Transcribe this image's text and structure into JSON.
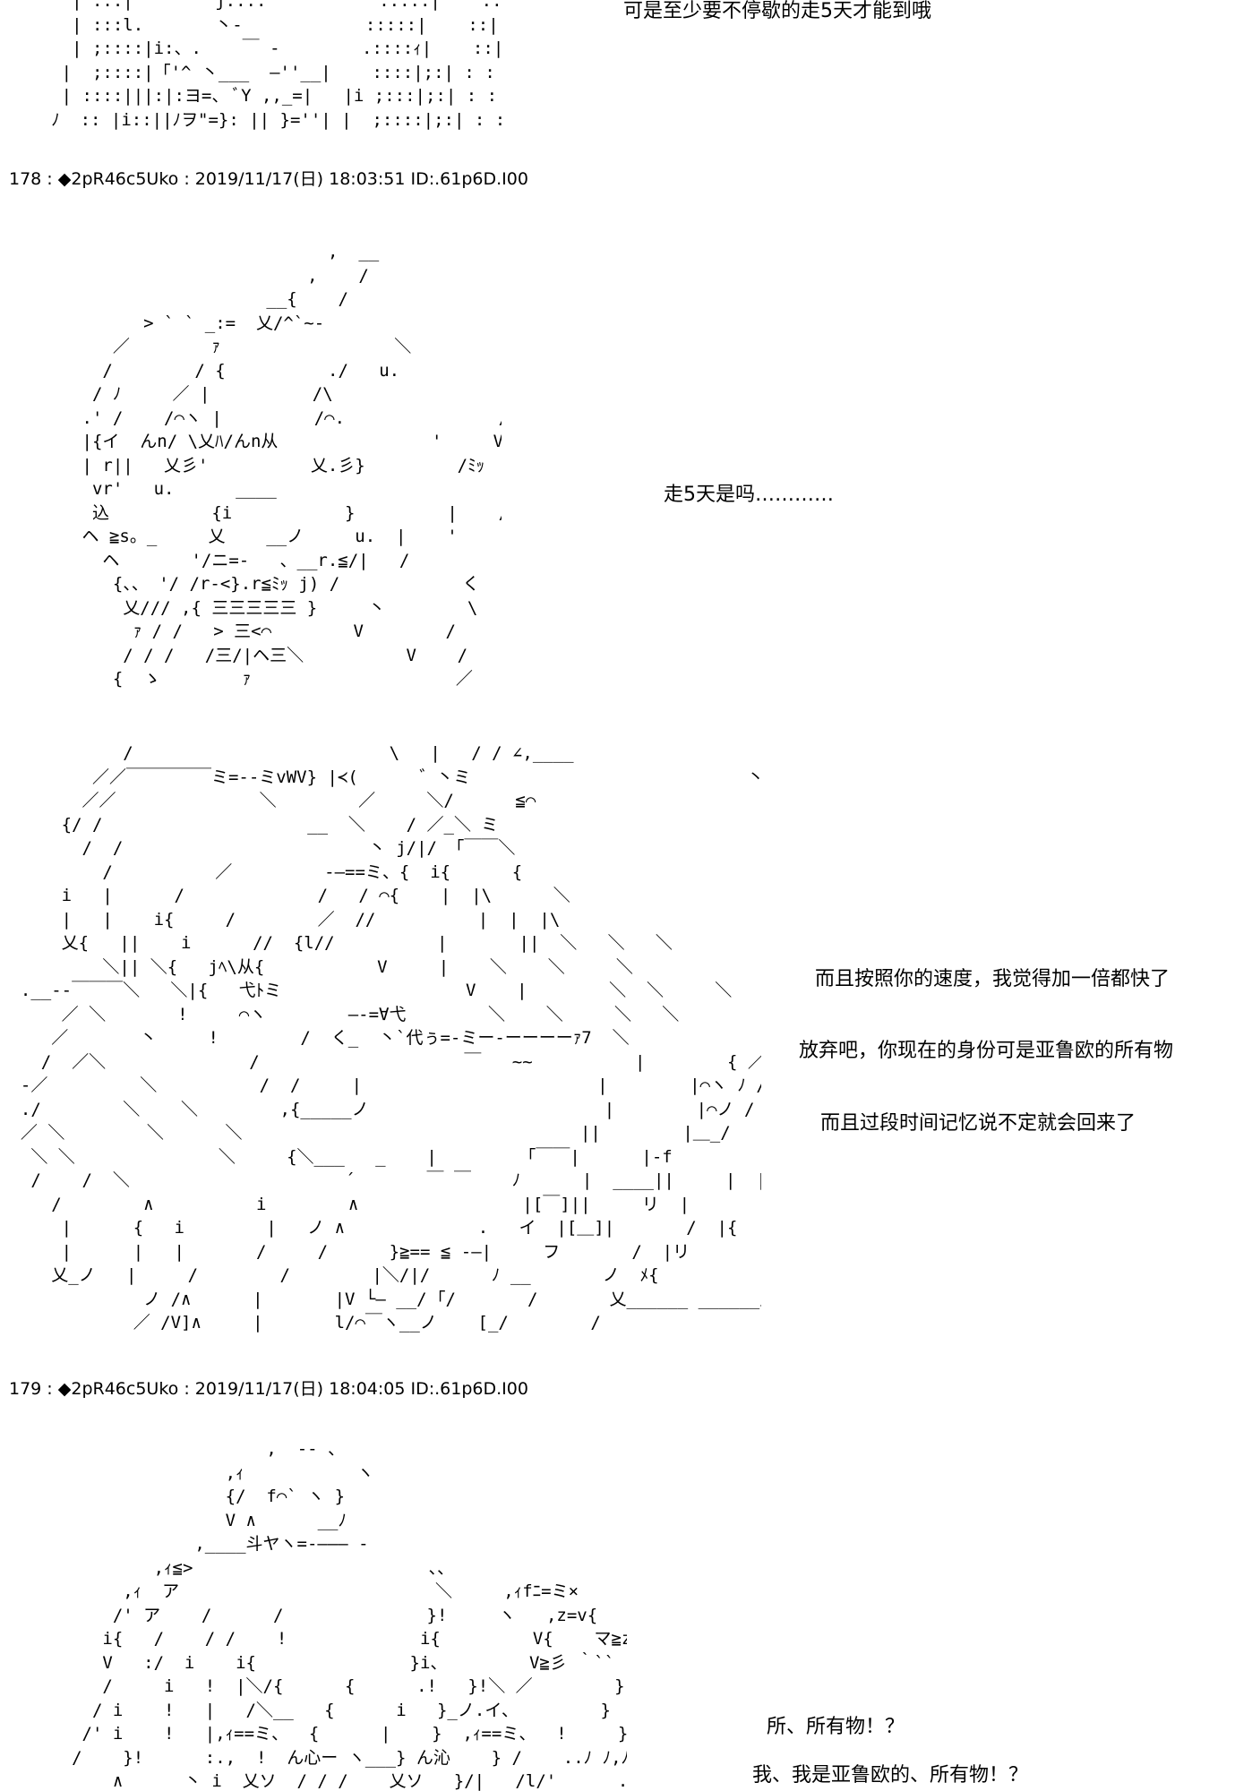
{
  "posts": [
    {
      "header": "178 : ◆2pR46c5Uko : 2019/11/17(日) 18:03:51 ID:.61p6D.I00"
    },
    {
      "header": "179 : ◆2pR46c5Uko : 2019/11/17(日) 18:04:05 ID:.61p6D.I00"
    }
  ],
  "dialogue": {
    "line_top": "可是至少要不停歇的走5天才能到哦",
    "line_walk": "走5天是吗…………",
    "line_speed": "而且按照你的速度，我觉得加一倍都快了",
    "line_giveup": "放弃吧，你现在的身份可是亚鲁欧的所有物",
    "line_memory": "而且过段时间记忆说不定就会回来了",
    "line_property_q": "所、所有物！？",
    "line_property_me": "我、我是亚鲁欧的、所有物！？"
  },
  "ascii_art": {
    "art_top": "       | :::|        j::::           :::::|    ::|_ﾉ :     |\n       | :::l.       丶-            :::::|    ::|:: : .     |\n       | ;::::|i:、.    ￣ ‐        .::::ｨ|    ::|:|: : : .    |\n      |  ;::::|「'^ 丶___  ―''__|    ::::|;:| : : :    |\n      | ::::|||:|:ヨ=、 ﾞY ,,_=|   |i ;:::|;:| : : :     |\n     ﾉ  :: |i::||ﾉヲ\"=}: || }=''| |  ;::::|;:| : :  ::.    |",
    "art_girl": "                                ,  __\n                              ,    /\n                          __{    /\n              > ` ` _:=  乂/^`~-\n           ／        ｧ                 ＼\n          /        / {          ./   u.           ヽ\n         / ﾉ     ／ |          /\\                 /\n        .' /    /⌒ヽ |         /⌒.               /  v\n        |{イ  んn/ \\乂ﾊ/んn从               '     V\n        | r||   乂彡'          乂.彡}         /ﾐｯ   }\n         vr'   u.      ____                      '   ) {\n         込          {i           }         |    /__/      V\n        ヘ ≧s。_     乂    __ノ     u.  |    '          V\n          ヘ       '/ニ=-   、__r.≦/|   /           ノ\n           {、、 '/ /r-<}.r≦ﾐｯ j) /            く\n            乂/// ,{ 三三三三三 }     丶        \\\n             ｧ / /   > 三<⌒        V        /\n            / / /   /三/|ヘ三＼          V    /\n           {  ゝ        ｧ                    ／     ＼",
    "art_big": "            /                         \\   |   / / ∠,____                      \\\n         ／／￣￣￣￣￣ミ=--ミvWV} |≺(      ゛丶ミ                           丶\n        ／／              ＼        ／     ＼/      ≦⌒\n      {/ /                    __  ＼    / ／_＼ ミ                                '\n        /  /                        丶 j/|/ 「￣￣＼                              ;\n          /          ／         -―==ミ、{  i{      {                                  i\n      i   |      /             /   / ⌒{    |  |\\      ＼                           |\n      |   |    i{     /        ／  //          |  |  |\\                                |\n      乂{   ||    i      //  {l//          |       ||  ＼   ＼   ＼                    |\n          ＼|| ＼{   jﾍ\\从{           V     |    ＼    ＼     ＼                  |\n  .__--￣￣￣＼   ＼|{   弋ﾄミ                  V    |        ＼  ＼     ＼         |\n      ／ ＼       !     ⌒ヽ        ―-=∀弋        ＼    ＼     ＼   ＼             |\n     ／       丶     !        /  く_  丶`代ぅ=-ミー-ーーーーｧ7  ＼                  |\n    /  ／＼              /                    ￣   ~~          |        { ／ ⌒{ j}        |\n  -／         ＼          /  /     |                       |        |⌒ヽ ﾉ /        |\n  ./        ＼    ＼        ,{_____ノ                       |        |⌒ノ /           |\n  ／ ＼        ＼      ＼                                 ||        |＿_/              ||\n   ＼ ＼              ＼     {＼___   _    |        「￣￣|      |-f                 ||\n   /    /  ＼                     ´       ￣ ￣    ﾉ      |  ____||     |  |               |\n     /        ∧          i        ∧                |[￣]||     リ  |              ﾘ\n      |      {   i        |   ノ ∧             .   イ  |[＿]|       /  |{            '\n      |      |   |       /     /      }≧== ≦ -―|     フ       /  |リ             /\n     乂_ノ   |     /        /        |＼/|/      ﾉ __       ノ  ﾒ{          ___／\n              ノ /∧      |       |V └― __/ ｢/       /       乂______ ______／\n             ／ /V]∧     |       l/⌒￣ヽ__ノ    [_/        /",
    "art_bottom": "                          ,  -- 、\n                      ,ｨ           ヽ\n                      {/  f⌒` ヽ }\n                      V ∧      __ﾉ\n                   ,____斗ヤヽ=-――― -\n               ,ｨ≦>                       、、\n            ,ｨ  ア                         ＼     ,ｨfﾆ=ミ×\n           /' ア    /      /              }!     ヽ   ,z=v{        }!\n          i{   /    / /    !             i{         V{    マ≧z彡`;\n          V   :/  i    i{               }i、        V≧彡 ｀`` ｀   i  :,\n          /     i   !  |＼/{      {      .!   }!＼ ／        }     !     ヽ\n         / i    !   |   /＼__   {      i   }_ノ.イ、        }     |     }'.\n        /' i    !   |,ｨ==ミ、  {      |    }  ,ｨ==ミ、  !     }     !     { }!\n       /    }!      :.,  !  ん心ー ヽ___} ん沁    } /    ..ﾉ ﾉ,ﾉ'      }ﾉ\n           ∧      丶 i  乂ソ  / / /    乂ソ   }/|   /l/'      .     |"
  }
}
